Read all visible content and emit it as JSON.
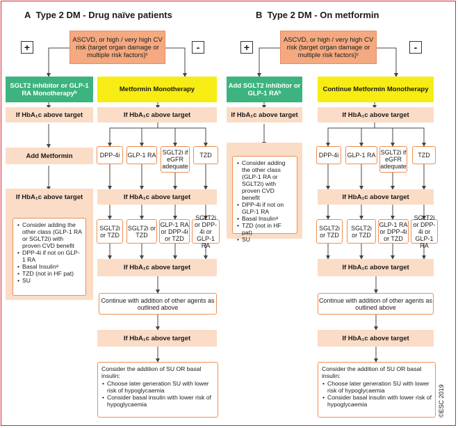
{
  "panelA": {
    "letter": "A",
    "title": "Type 2 DM - Drug naïve patients",
    "ascvd": "ASCVD, or high / very high CV risk (target organ damage or multiple risk factors)ᶜ",
    "plus": "+",
    "minus": "-",
    "green": "SGLT2 inhibitor or GLP-1 RA Monotherapyᵇ",
    "yellow": "Metformin Monotherapy",
    "hba1c": "If HbA₁c above target",
    "addMetformin": "Add Metformin",
    "left_list": [
      "Consider adding the other class (GLP-1 RA or SGLT2i) with proven CVD benefit",
      "DPP-4i if not on GLP-1 RA",
      "Basal Insulinᵃ",
      "TZD (not in HF pat)",
      "SU"
    ],
    "row1": [
      "DPP-4i",
      "GLP-1 RA",
      "SGLT2i if eGFR adequate",
      "TZD"
    ],
    "row2": [
      "SGLT2i or TZD",
      "SGLT2i or TZD",
      "GLP-1 RA or DPP-4i or TZD",
      "SGLT2i or DPP-4i or GLP-1 RA"
    ],
    "continue": "Continue with addition of other agents as outlined above",
    "final_intro": "Consider the addition of SU OR basal insulin:",
    "final_list": [
      "Choose later generation SU with lower risk of hypoglycaemia",
      "Consider basal insulin with lower risk of hypoglycaemia"
    ]
  },
  "panelB": {
    "letter": "B",
    "title": "Type 2 DM - On metformin",
    "ascvd": "ASCVD, or high / very high CV risk (target organ damage or multiple risk factors)ᶜ",
    "plus": "+",
    "minus": "-",
    "green": "Add SGLT2 inhibitor or GLP-1 RAᵇ",
    "yellow": "Continue Metformin Monotherapy",
    "hba1c": "If HbA₁c above target",
    "left_list": [
      "Consider adding the other class (GLP-1 RA or SGLT2i) with proven CVD benefit",
      "DPP-4i if not on GLP-1 RA",
      "Basal Insulinᵃ",
      "TZD (not in HF pat)",
      "SU"
    ],
    "row1": [
      "DPP-4i",
      "GLP-1 RA",
      "SGLT2i if eGFR adequate",
      "TZD"
    ],
    "row2": [
      "SGLT2i or TZD",
      "SGLT2i or TZD",
      "GLP-1 RA or DPP-4i or TZD",
      "SGLT2i or DPP-4i or GLP-1 RA"
    ],
    "continue": "Continue with addition of other agents as outlined above",
    "final_intro": "Consider the addition of SU OR basal insulin:",
    "final_list": [
      "Choose later generation SU with lower risk of hypoglycaemia",
      "Consider basal insulin with lower risk of hypoglycaemia"
    ]
  },
  "copyright": "©ESC 2019",
  "colors": {
    "orange": "#f4a980",
    "green": "#3db37f",
    "yellow": "#f7ec13",
    "peach": "#fbdcc6",
    "border": "#ef8d4f",
    "frame": "#d7262f"
  }
}
